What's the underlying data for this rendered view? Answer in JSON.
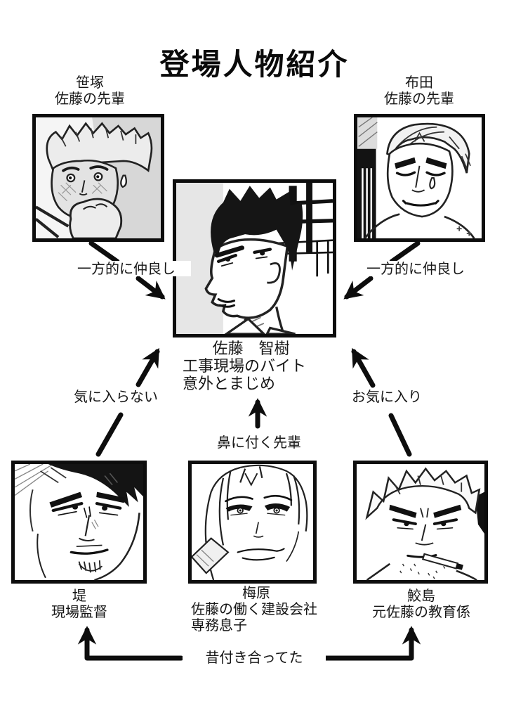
{
  "title": "登場人物紹介",
  "characters": {
    "sasazuka": {
      "name": "笹塚",
      "role": "佐藤の先輩"
    },
    "fuda": {
      "name": "布田",
      "role": "佐藤の先輩"
    },
    "satou": {
      "name": "佐藤　智樹",
      "role": "工事現場のバイト",
      "note": "意外とまじめ"
    },
    "tsutsumi": {
      "name": "堤",
      "role": "現場監督"
    },
    "umehara": {
      "name": "梅原",
      "role": "佐藤の働く建設会社",
      "note": "専務息子"
    },
    "samejima": {
      "name": "鮫島",
      "role": "元佐藤の教育係"
    }
  },
  "relations": {
    "sasazuka_to_satou": "一方的に仲良し",
    "fuda_to_satou": "一方的に仲良し",
    "tsutsumi_to_satou": "気に入らない",
    "samejima_to_satou": "お気に入り",
    "umehara_to_satou": "鼻に付く先輩",
    "tsutsumi_and_samejima": "昔付き合ってた"
  },
  "colors": {
    "ink": "#0d0d0d",
    "paper": "#ffffff"
  }
}
